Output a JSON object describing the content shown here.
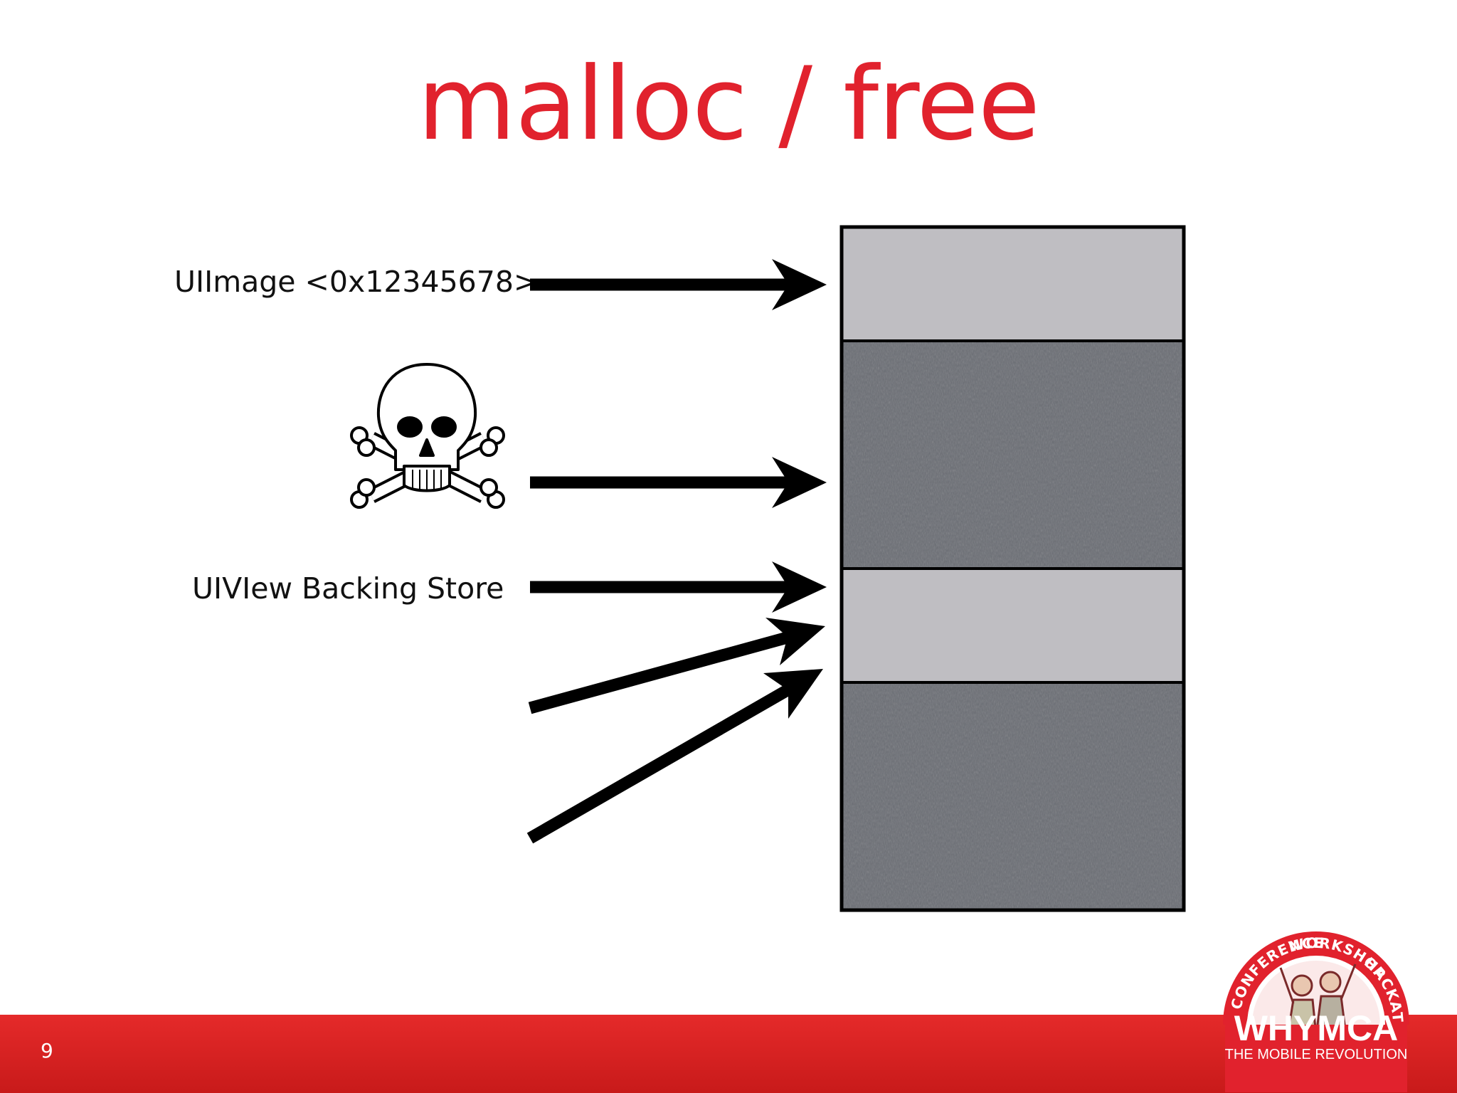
{
  "slide": {
    "title": "malloc / free",
    "labels": {
      "uiimage": "UIImage <0x12345678>",
      "backing_store": "UIVIew Backing Store"
    },
    "skull_icon": "skull-and-crossbones-icon",
    "page_number": "9"
  },
  "colors": {
    "title": "#e1222d",
    "footer": "#d42020",
    "block_free": "#bfbec2",
    "block_used": "#6a6d74",
    "arrow": "#000000"
  },
  "logo": {
    "arc_left": "CONFERENCE",
    "arc_top": "WORKSHOP",
    "arc_right": "HACKATHON",
    "name": "WHYMCA",
    "tagline": "THE MOBILE REVOLUTION"
  }
}
